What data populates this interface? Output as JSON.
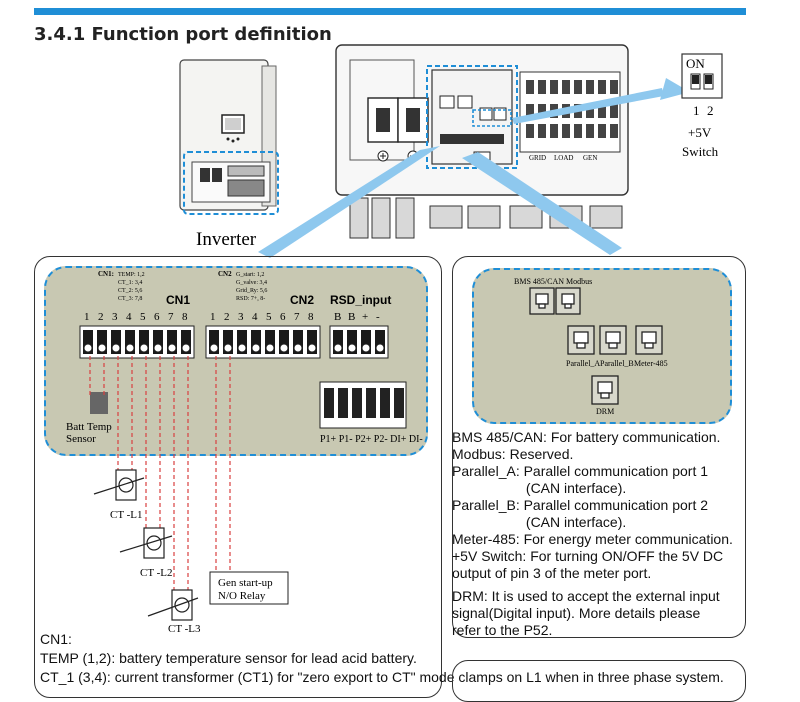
{
  "page": {
    "heading": "3.4.1 Function port definition",
    "accent_color": "#1f8ed6",
    "panel_color": "#c8c8b2"
  },
  "inverter": {
    "label": "Inverter",
    "switch_on": "ON",
    "switch_1": "1",
    "switch_2": "2",
    "switch_caption_1": "+5V",
    "switch_caption_2": "Switch",
    "grid_label": "GRID",
    "load_label": "LOAD",
    "gen_label": "GEN"
  },
  "left_panel": {
    "cn1_small_title": "CN1:",
    "cn1_small_items": [
      "TEMP: 1,2",
      "CT_1: 3,4",
      "CT_2: 5,6",
      "CT_3: 7,8"
    ],
    "cn2_small_title": "CN2",
    "cn2_small_items": [
      "G_start: 1,2",
      "G_valve: 3,4",
      "Grid_Ry: 5,6",
      "RSD: 7+, 8-"
    ],
    "cn1_label": "CN1",
    "cn2_label": "CN2",
    "rsd_label": "RSD_input",
    "cn1_pins": [
      "1",
      "2",
      "3",
      "4",
      "5",
      "6",
      "7",
      "8"
    ],
    "cn2_pins": [
      "1",
      "2",
      "3",
      "4",
      "5",
      "6",
      "7",
      "8"
    ],
    "rsd_pins": [
      "B",
      "B",
      "+",
      "-"
    ],
    "parallel_pins": "P1+ P1- P2+ P2- DI+ DI-",
    "batt_temp_1": "Batt Temp",
    "batt_temp_2": "Sensor",
    "ct_l1": "CT -L1",
    "ct_l2": "CT -L2",
    "ct_l3": "CT -L3",
    "relay_1": "Gen start-up",
    "relay_2": "N/O Relay"
  },
  "right_panel": {
    "bms_port_label": "BMS 485/CAN Modbus",
    "parallel_a_label": "Parallel_A",
    "parallel_b_label": "Parallel_B",
    "meter_label": "Meter-485",
    "drm_label": "DRM",
    "desc_1": "BMS 485/CAN: For battery communication.\nModbus: Reserved.",
    "desc_2": "Parallel_A: Parallel communication port 1\n                   (CAN interface).",
    "desc_3": "Parallel_B: Parallel communication port 2\n                   (CAN interface).",
    "desc_4": "Meter-485: For energy meter communication.\n+5V Switch: For turning ON/OFF the 5V DC\noutput of pin 3 of the meter port.",
    "desc_5": "DRM: It is used to accept the external input\nsignal(Digital input). More details please\nrefer to the P52."
  },
  "cn1_section": {
    "title": "CN1:",
    "line_1": "TEMP (1,2): battery temperature sensor for lead acid battery.",
    "line_2": "CT_1 (3,4): current transformer (CT1) for \"zero export to CT\" mode clamps on L1 when in three phase system."
  }
}
